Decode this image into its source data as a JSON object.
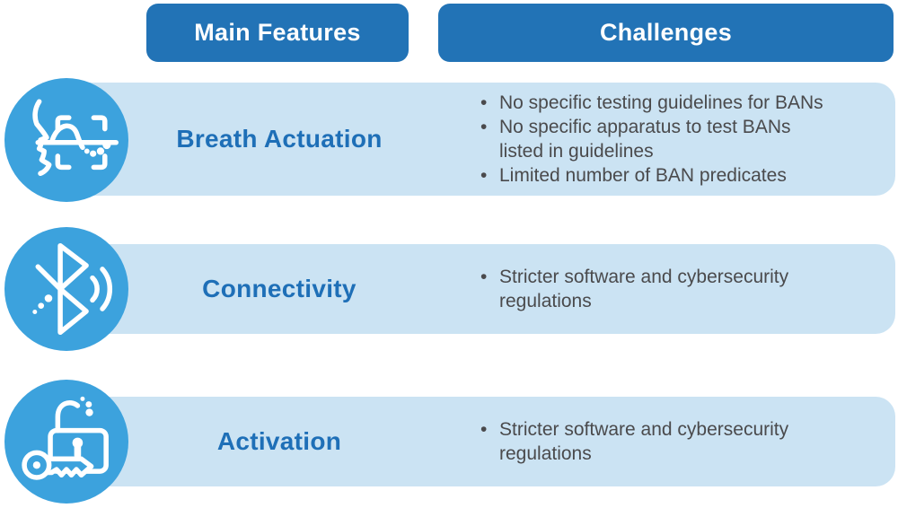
{
  "colors": {
    "header_blue": "#2273b6",
    "band_blue": "#cbe3f3",
    "circle_blue": "#3ca2dd",
    "title_blue": "#1e6fb7",
    "text_gray": "#4a4a4c"
  },
  "headers": {
    "main_features": "Main Features",
    "challenges": "Challenges"
  },
  "rows": [
    {
      "icon": "breath-scan-icon",
      "title": "Breath Actuation",
      "challenges": [
        "No specific testing guidelines for BANs",
        "No specific apparatus to test BANs\nlisted in guidelines",
        "Limited number of BAN predicates"
      ]
    },
    {
      "icon": "bluetooth-icon",
      "title": "Connectivity",
      "challenges": [
        "Stricter software and cybersecurity\nregulations"
      ]
    },
    {
      "icon": "key-lock-icon",
      "title": "Activation",
      "challenges": [
        "Stricter software and cybersecurity\nregulations"
      ]
    }
  ]
}
